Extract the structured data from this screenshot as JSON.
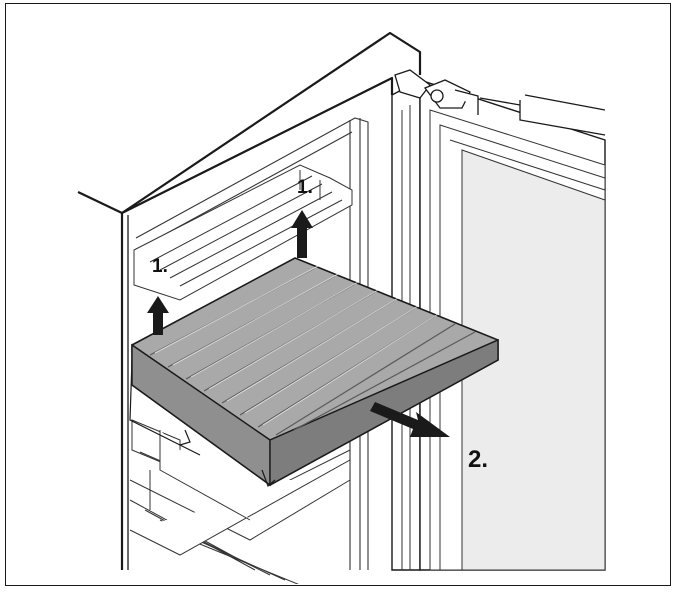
{
  "figure": {
    "step_labels": {
      "lift_left": "1.",
      "lift_right": "1.",
      "pull_out": "2."
    },
    "colors": {
      "shelf_fill": "#a9a9a9",
      "shelf_dark": "#6f6f6f",
      "door_glass": "#ececec",
      "line": "#1a1a1a",
      "arrow": "#1a1a1a"
    }
  }
}
